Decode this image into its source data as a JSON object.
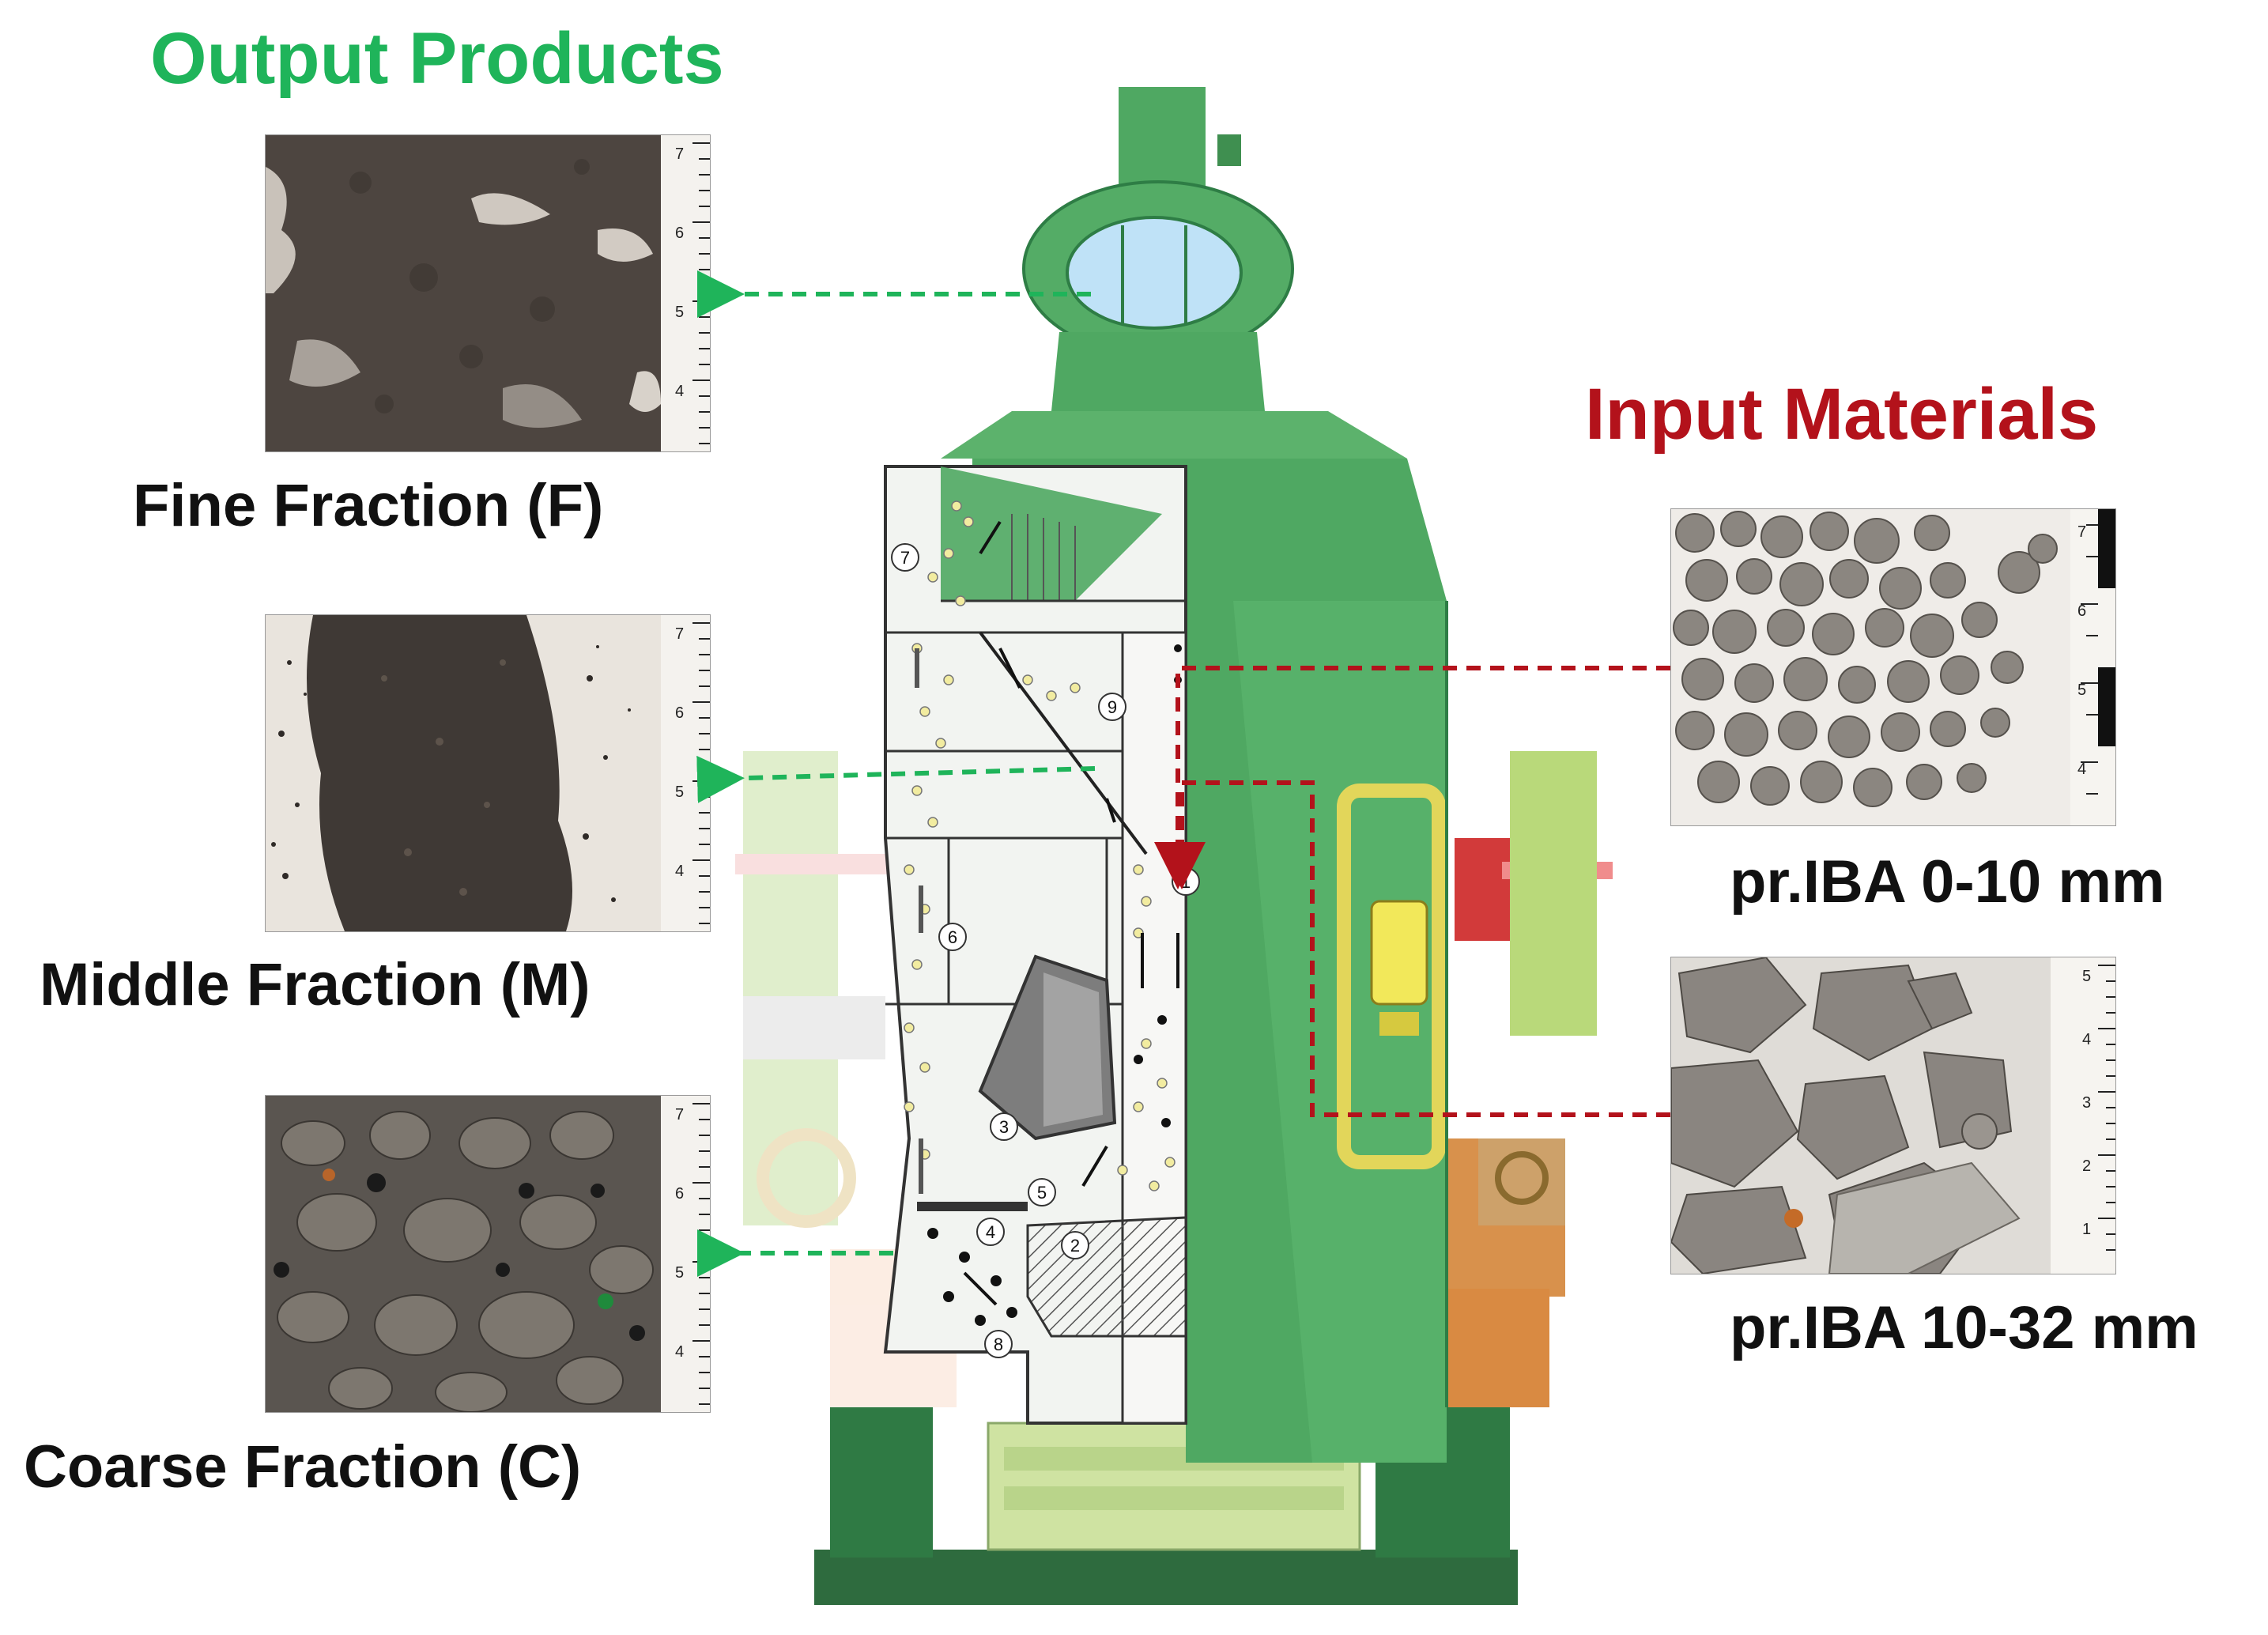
{
  "headings": {
    "output": "Output Products",
    "input": "Input Materials"
  },
  "colors": {
    "output_accent": "#1fb45a",
    "input_accent": "#b3121b",
    "machine_green": "#4fa862",
    "machine_light": "#7cc389",
    "machine_dark": "#2e7d45"
  },
  "output_products": [
    {
      "label": "Fine Fraction (F)",
      "ruler_ticks": [
        "7",
        "6",
        "5",
        "4"
      ]
    },
    {
      "label": "Middle Fraction (M)",
      "ruler_ticks": [
        "7",
        "6",
        "5",
        "4"
      ]
    },
    {
      "label": "Coarse Fraction (C)",
      "ruler_ticks": [
        "7",
        "6",
        "5",
        "4"
      ]
    }
  ],
  "input_materials": [
    {
      "label": "pr.IBA 0-10 mm",
      "ruler_ticks": [
        "7",
        "6",
        "5",
        "4"
      ]
    },
    {
      "label": "pr.IBA 10-32 mm",
      "ruler_ticks": [
        "5",
        "4",
        "3",
        "2",
        "1"
      ]
    }
  ],
  "component_numbers": [
    "1",
    "2",
    "3",
    "4",
    "5",
    "6",
    "7",
    "8",
    "9"
  ]
}
